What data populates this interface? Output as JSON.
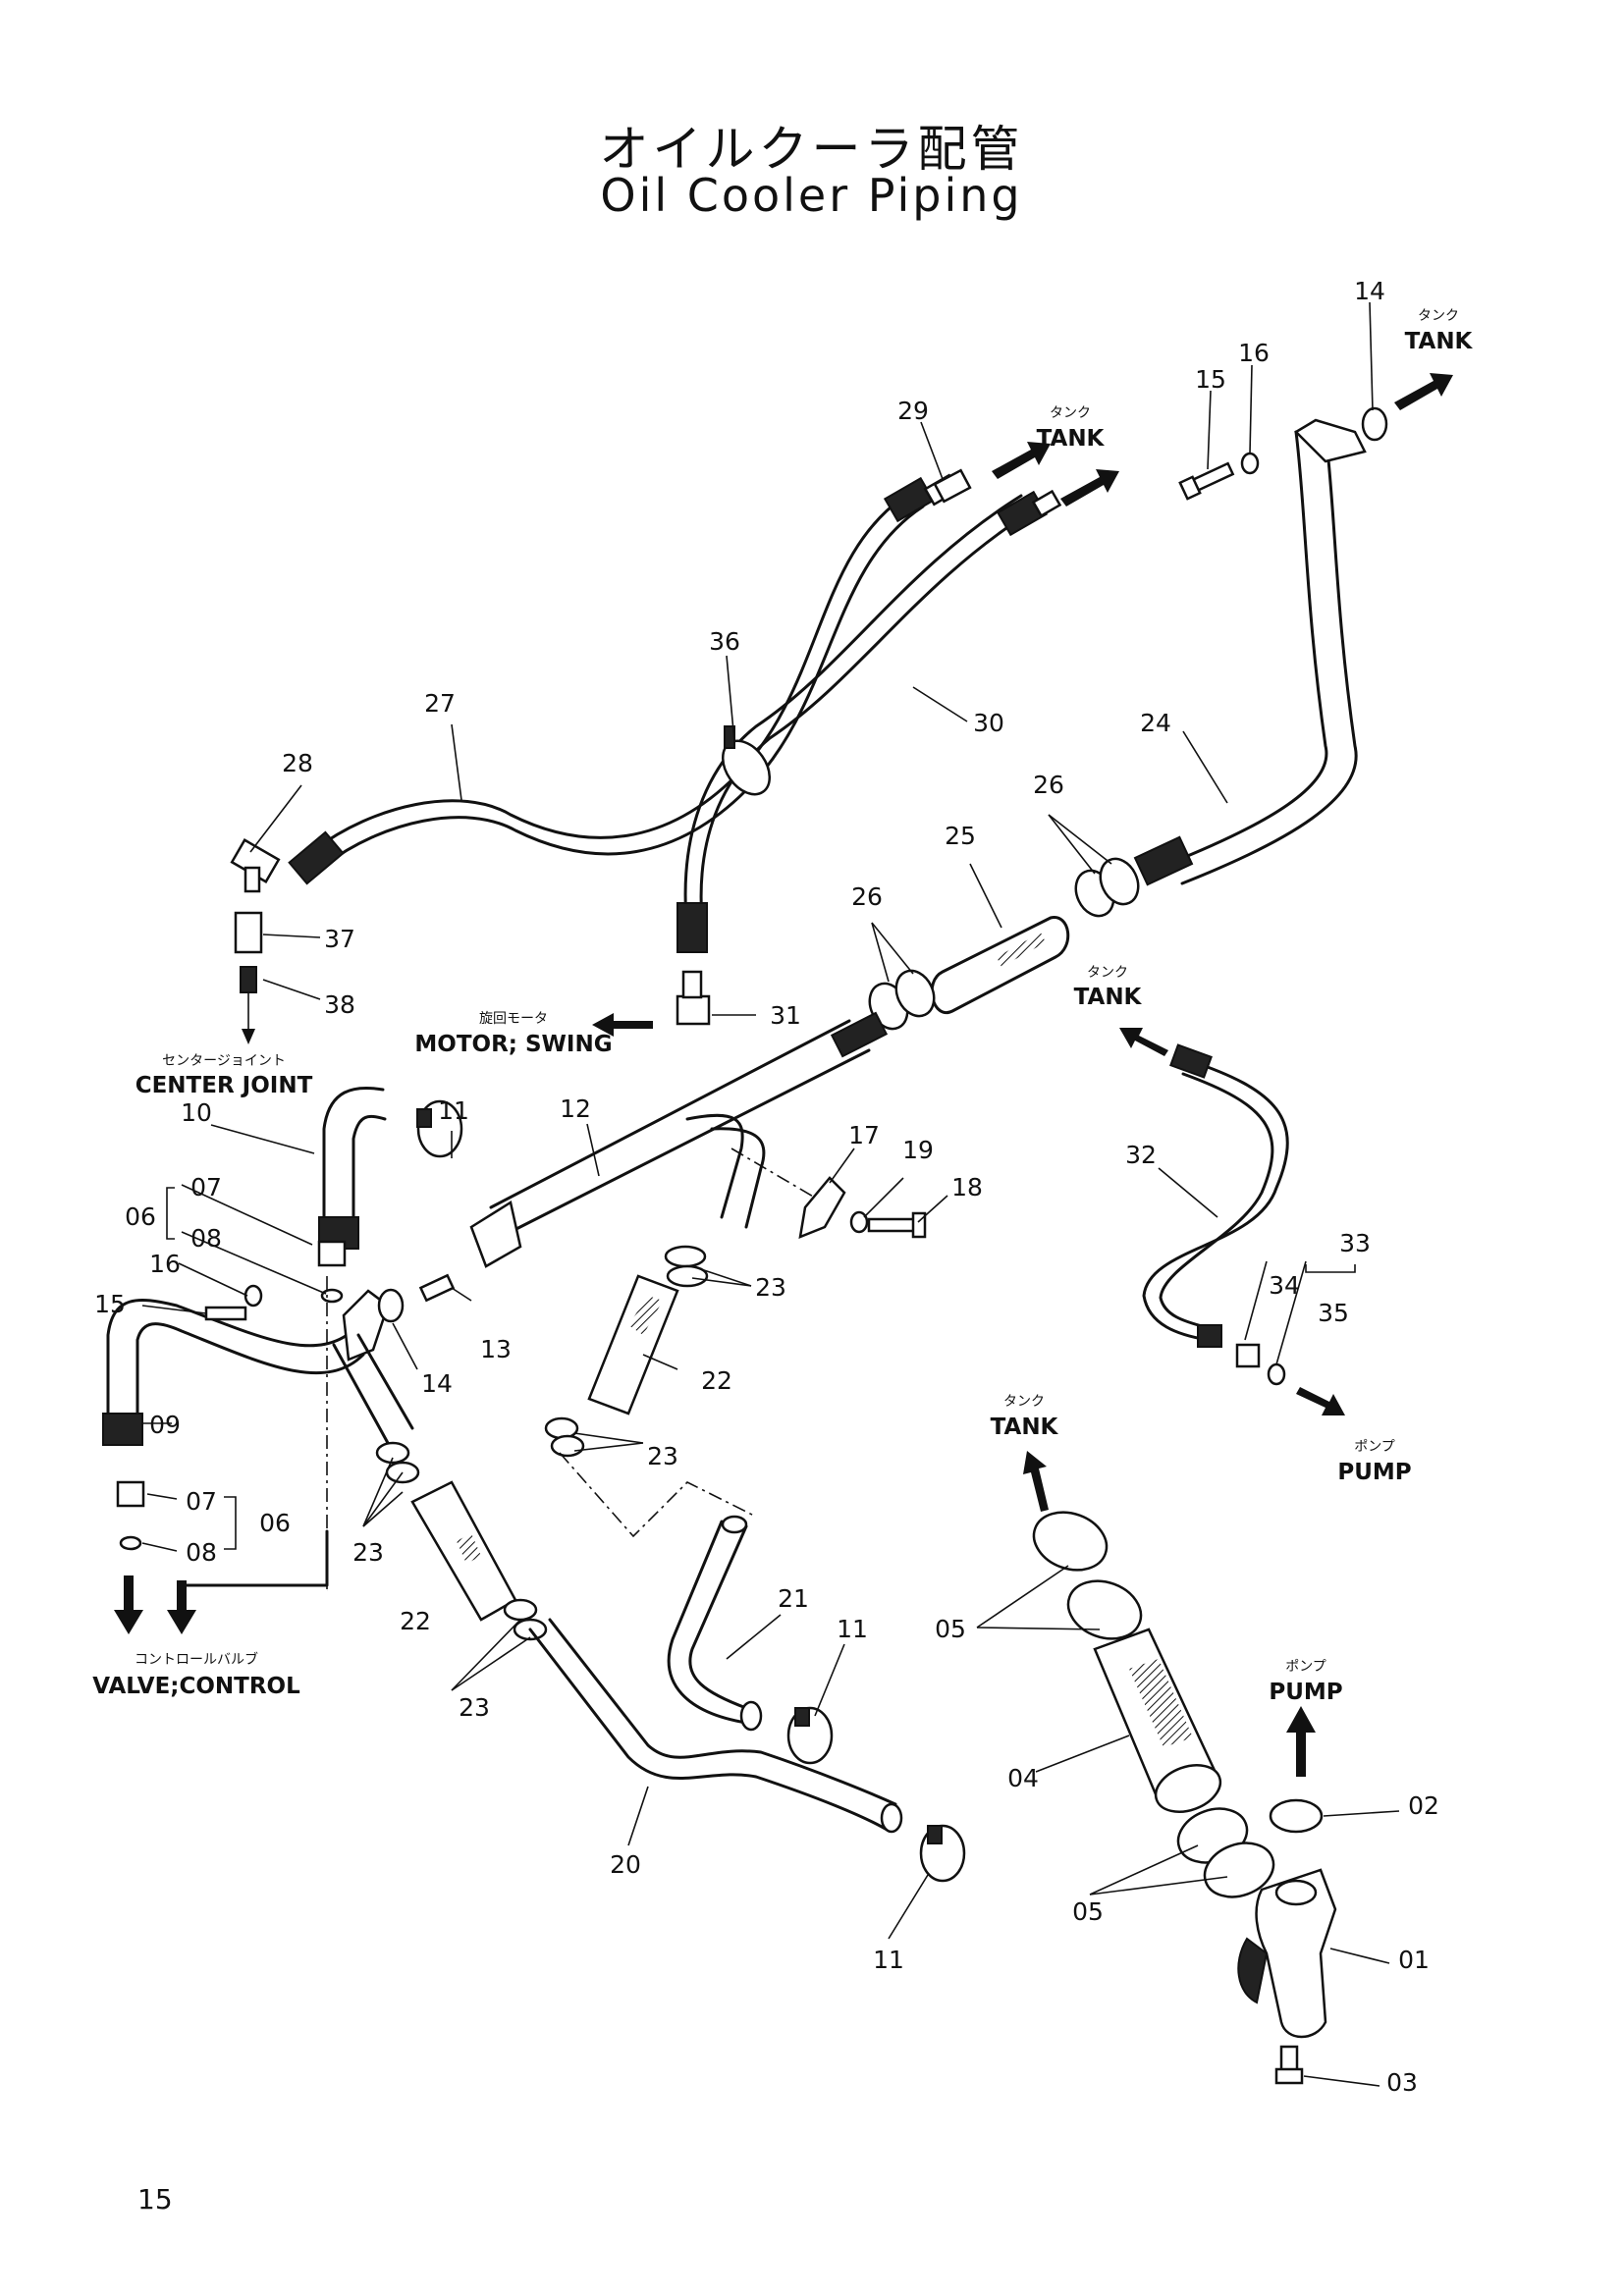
{
  "page": {
    "title_jp": "オイルクーラ配管",
    "title_en": "Oil Cooler Piping",
    "page_number": "15"
  },
  "destinations": {
    "tank_1_jp": "タンク",
    "tank_1_en": "TANK",
    "tank_2_jp": "タンク",
    "tank_2_en": "TANK",
    "tank_3_jp": "タンク",
    "tank_3_en": "TANK",
    "tank_4_jp": "タンク",
    "tank_4_en": "TANK",
    "motor_jp": "旋回モータ",
    "motor_en": "MOTOR; SWING",
    "center_joint_jp": "センタージョイント",
    "center_joint_en": "CENTER JOINT",
    "pump_1_jp": "ポンプ",
    "pump_1_en": "PUMP",
    "pump_2_jp": "ポンプ",
    "pump_2_en": "PUMP",
    "valve_jp": "コントロールバルブ",
    "valve_en": "VALVE;CONTROL"
  },
  "parts": {
    "p14a": "14",
    "p16a": "16",
    "p15a": "15",
    "p29": "29",
    "p36": "36",
    "p27": "27",
    "p30": "30",
    "p24": "24",
    "p28": "28",
    "p26a": "26",
    "p25": "25",
    "p26b": "26",
    "p37": "37",
    "p38": "38",
    "p31": "31",
    "p11a": "11",
    "p12": "12",
    "p10": "10",
    "p17": "17",
    "p19": "19",
    "p18": "18",
    "p32": "32",
    "p07a": "07",
    "p06a": "06",
    "p08a": "08",
    "p16b": "16",
    "p15b": "15",
    "p13": "13",
    "p14b": "14",
    "p23a": "23",
    "p22a": "22",
    "p33": "33",
    "p34": "34",
    "p35": "35",
    "p09": "09",
    "p23b": "23",
    "p07b": "07",
    "p06b": "06",
    "p08b": "08",
    "p23c": "23",
    "p21": "21",
    "p11b": "11",
    "p22b": "22",
    "p05a": "05",
    "p23d": "23",
    "p04": "04",
    "p02": "02",
    "p20": "20",
    "p05b": "05",
    "p01": "01",
    "p11c": "11",
    "p03": "03"
  }
}
